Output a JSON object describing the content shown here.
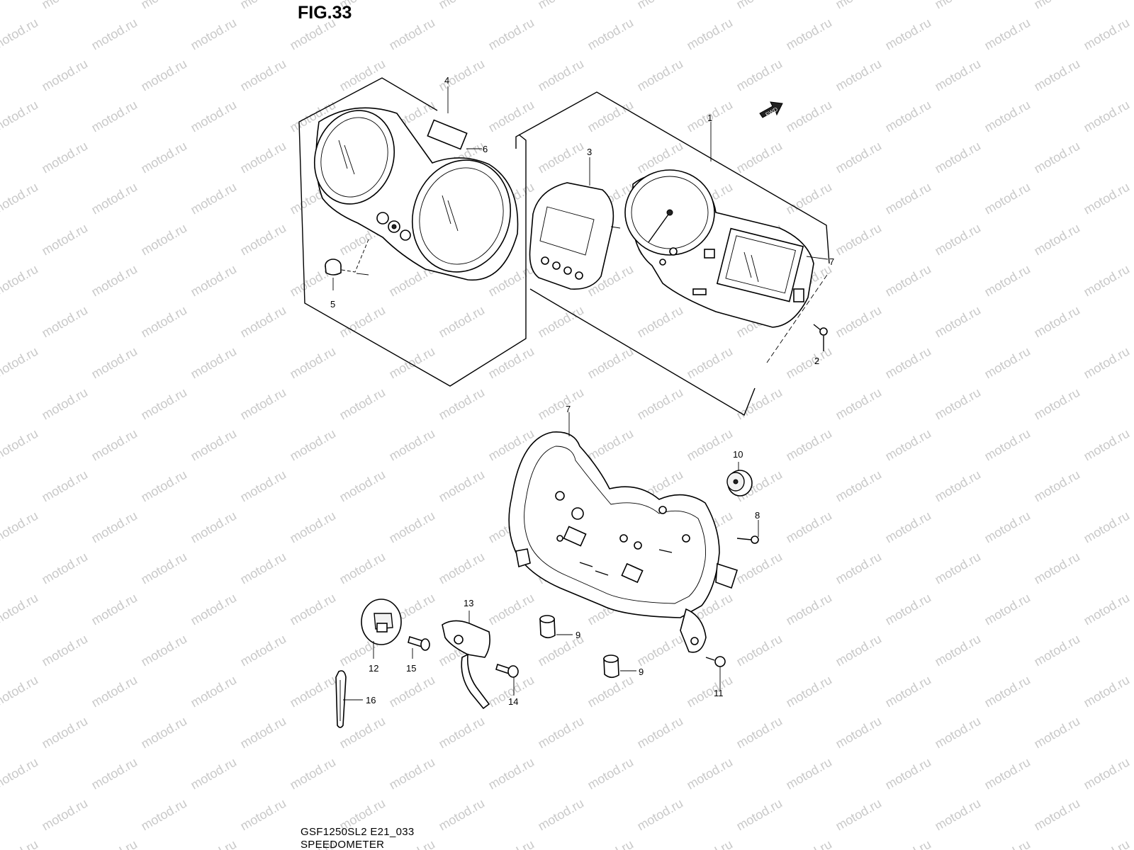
{
  "figure_title": "FIG.33",
  "fwd_label": "FWD",
  "callouts": {
    "n1": "1",
    "n2": "2",
    "n3": "3",
    "n4": "4",
    "n5": "5",
    "n6": "6",
    "n7a": "7",
    "n7b": "7",
    "n8": "8",
    "n9a": "9",
    "n9b": "9",
    "n10": "10",
    "n11": "11",
    "n12": "12",
    "n13": "13",
    "n14": "14",
    "n15": "15",
    "n16": "16"
  },
  "footer": {
    "code": "GSF1250SL2 E21_033",
    "name": "SPEEDOMETER"
  },
  "watermark_text": "motod.ru"
}
